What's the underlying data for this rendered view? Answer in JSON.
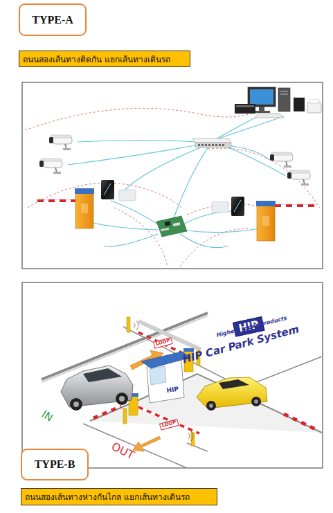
{
  "diagram": {
    "nodes": [
      {
        "text": [
          "TYPE-A"
        ]
      },
      {
        "text": [
          "ถนนสองเส้นทางติดกัน แยกเส้นทางเดินรถ"
        ]
      },
      {
        "text": [
          "TYPE-B"
        ]
      },
      {
        "text": [
          "ถนนสองเส้นทางห่างกันไกล  แยกเส้นทางเดินรถ"
        ]
      }
    ],
    "labels": [
      "HIP",
      "Highest Ideas Products",
      "HIP Car Park System",
      "LOOP",
      "HIP",
      "IN",
      "LOOP",
      "OUT"
    ]
  }
}
